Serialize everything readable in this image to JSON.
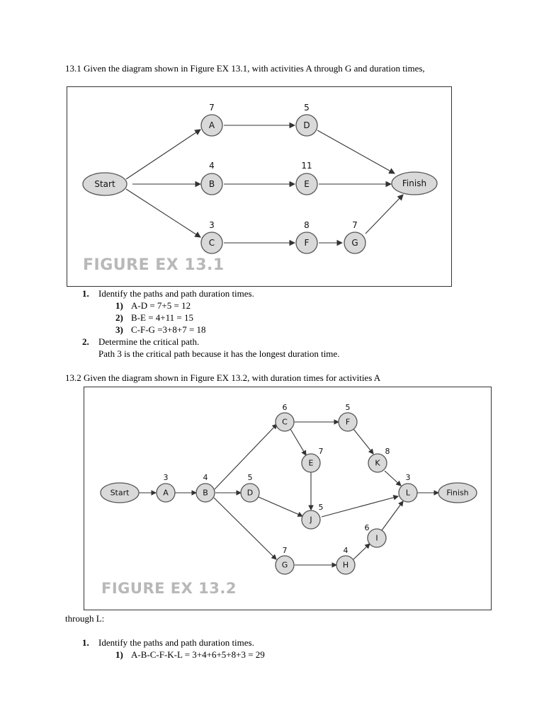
{
  "q1": {
    "intro": "13.1 Given the diagram shown in Figure EX 13.1, with activities A through G and duration times,",
    "figure": {
      "title": "FIGURE EX 13.1",
      "start": "Start",
      "finish": "Finish",
      "nodes": [
        {
          "name": "A",
          "duration": "7"
        },
        {
          "name": "D",
          "duration": "5"
        },
        {
          "name": "B",
          "duration": "4"
        },
        {
          "name": "E",
          "duration": "11"
        },
        {
          "name": "C",
          "duration": "3"
        },
        {
          "name": "F",
          "duration": "8"
        },
        {
          "name": "G",
          "duration": "7"
        }
      ]
    },
    "item1_num": "1.",
    "item1": "Identify the paths and path duration times.",
    "paths": [
      {
        "num": "1)",
        "text": "A-D = 7+5 = 12"
      },
      {
        "num": "2)",
        "text": "B-E = 4+11 = 15"
      },
      {
        "num": "3)",
        "text": "C-F-G =3+8+7 = 18"
      }
    ],
    "item2_num": "2.",
    "item2": "Determine the critical path.",
    "item2_answer": "Path 3 is the critical path because it has the longest duration time."
  },
  "q2": {
    "intro": "13.2 Given the diagram shown in Figure EX 13.2, with duration times for activities A",
    "intro_cont": "through L:",
    "figure": {
      "title": "FIGURE EX 13.2",
      "start": "Start",
      "finish": "Finish",
      "nodes": [
        {
          "name": "A",
          "duration": "3"
        },
        {
          "name": "B",
          "duration": "4"
        },
        {
          "name": "C",
          "duration": "6"
        },
        {
          "name": "F",
          "duration": "5"
        },
        {
          "name": "E",
          "duration": "7"
        },
        {
          "name": "K",
          "duration": "8"
        },
        {
          "name": "D",
          "duration": "5"
        },
        {
          "name": "J",
          "duration": "5"
        },
        {
          "name": "L",
          "duration": "3"
        },
        {
          "name": "I",
          "duration": "6"
        },
        {
          "name": "G",
          "duration": "7"
        },
        {
          "name": "H",
          "duration": "4"
        }
      ]
    },
    "item1_num": "1.",
    "item1": "Identify the paths and path duration times.",
    "paths": [
      {
        "num": "1)",
        "text": "A-B-C-F-K-L = 3+4+6+5+8+3 = 29"
      }
    ]
  }
}
